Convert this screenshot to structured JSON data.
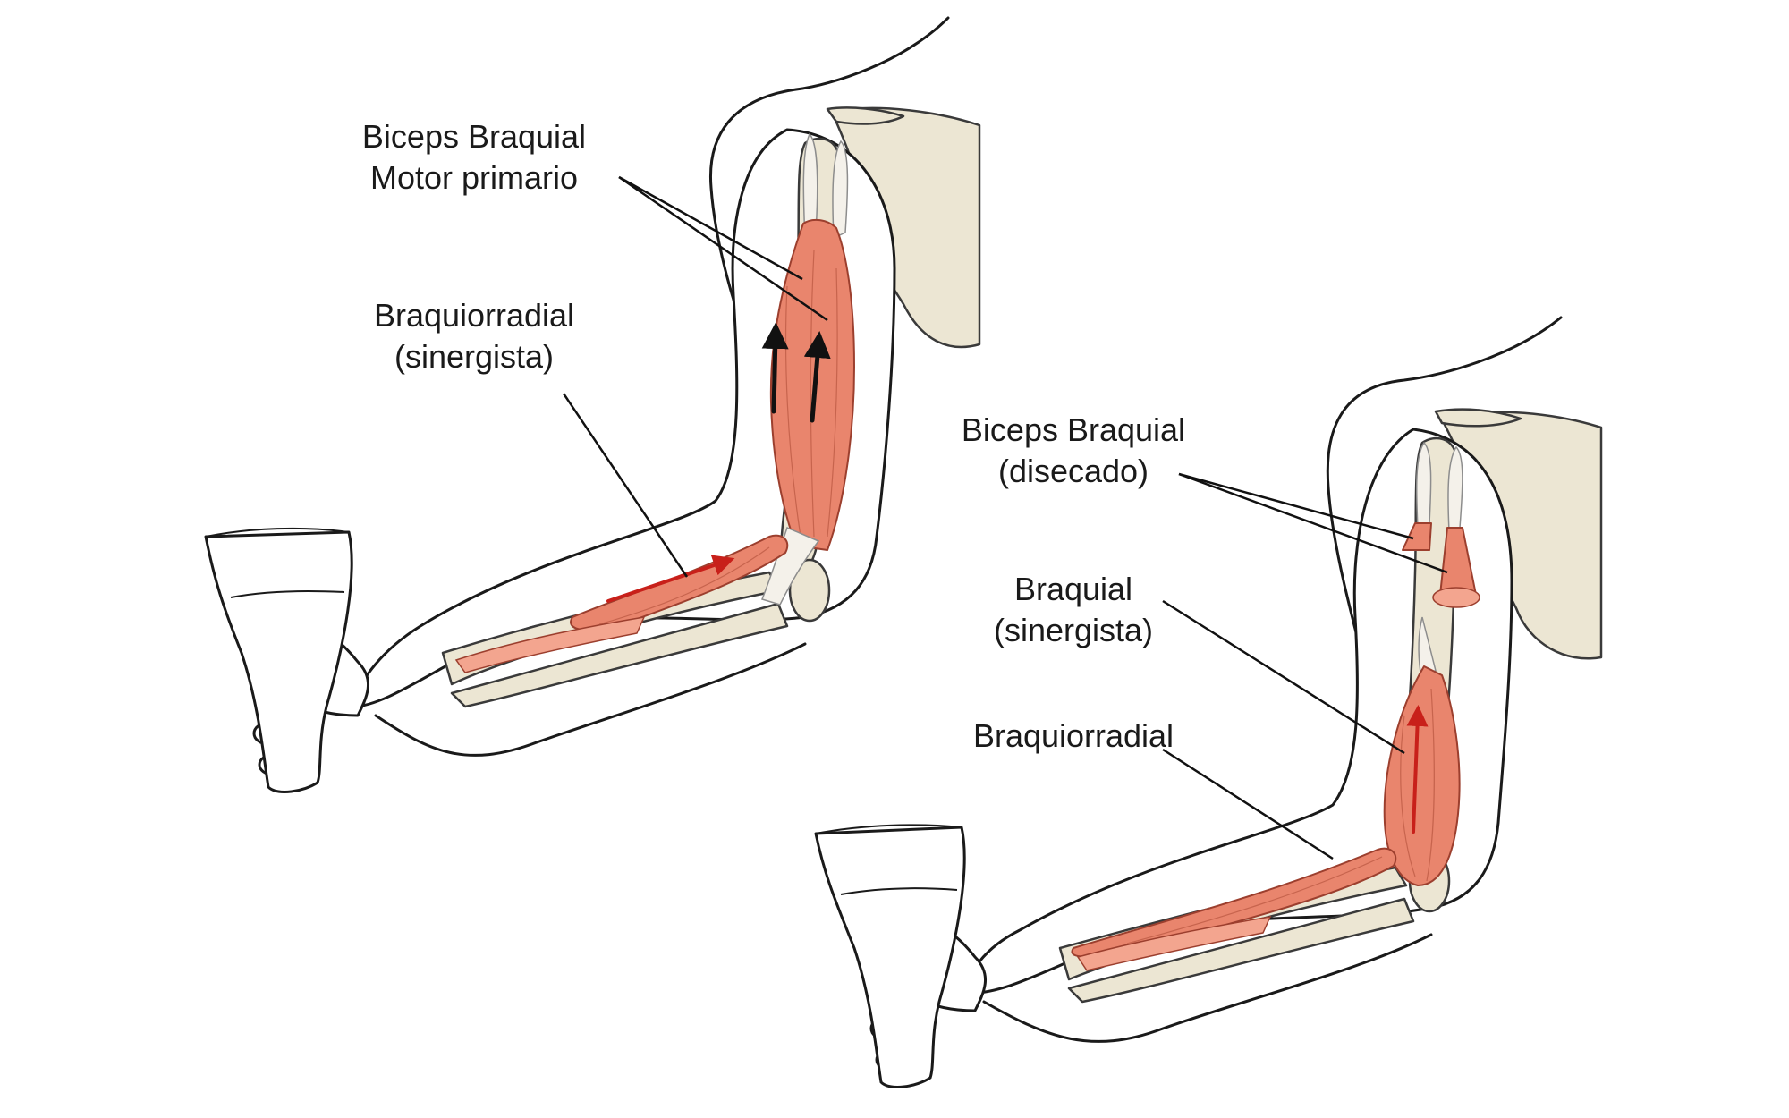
{
  "labels": {
    "biceps_primary_line1": "Biceps Braquial",
    "biceps_primary_line2": "Motor primario",
    "brachioradialis_syn_line1": "Braquiorradial",
    "brachioradialis_syn_line2": "(sinergista)",
    "biceps_dissected_line1": "Biceps Braquial",
    "biceps_dissected_line2": "(disecado)",
    "brachialis_syn_line1": "Braquial",
    "brachialis_syn_line2": "(sinergista)",
    "brachioradialis": "Braquiorradial"
  },
  "colors": {
    "muscle": "#e9856d",
    "bone": "#ece6d3",
    "tendon": "#f4f1ea",
    "arrow_primary": "#111111",
    "arrow_synergist": "#c8201a"
  }
}
